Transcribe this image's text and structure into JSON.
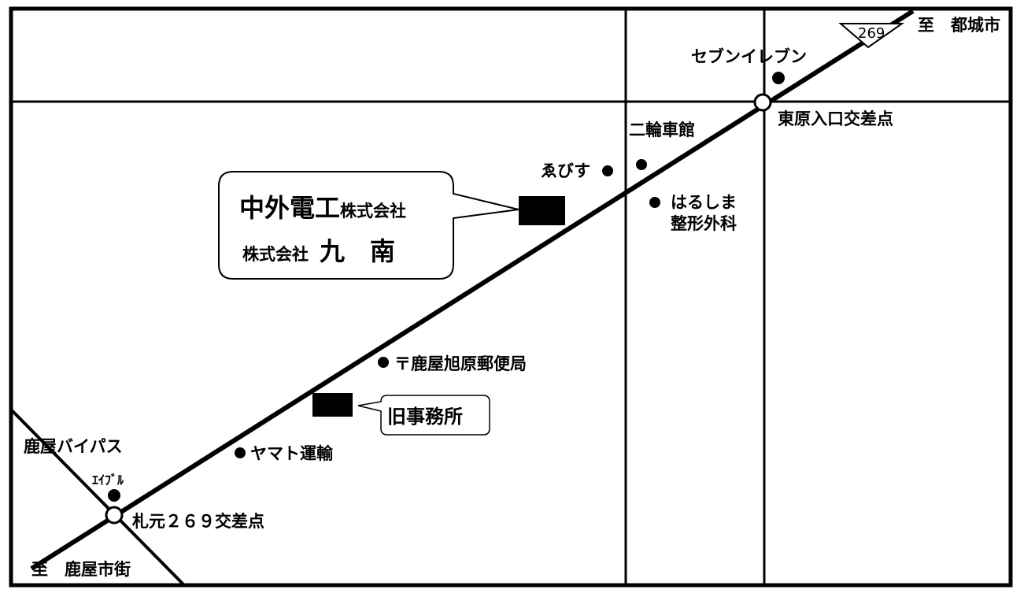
{
  "map": {
    "destinations": {
      "to_miyakonojo": "至　都城市",
      "to_kanoya": "至　鹿屋市街"
    },
    "route_number": "269",
    "roads": {
      "kanoya_bypass": "鹿屋バイパス"
    },
    "intersections": {
      "higashihara": "東原入口交差点",
      "fudamoto": "札元２６９交差点"
    },
    "landmarks": {
      "seven_eleven": "セブンイレブン",
      "nirinshakan": "二輪車館",
      "ebisu": "ゑびす",
      "harushima_line1": "はるしま",
      "harushima_line2": "整形外科",
      "post_office": "〒鹿屋旭原郵便局",
      "yamato": "ヤマト運輸",
      "able": "ｴｲﾌﾞﾙ"
    },
    "company": {
      "line1_main": "中外電工",
      "line1_suffix": "株式会社",
      "line2_prefix": "株式会社",
      "line2_name": "九　南"
    },
    "old_office": "旧事務所"
  }
}
